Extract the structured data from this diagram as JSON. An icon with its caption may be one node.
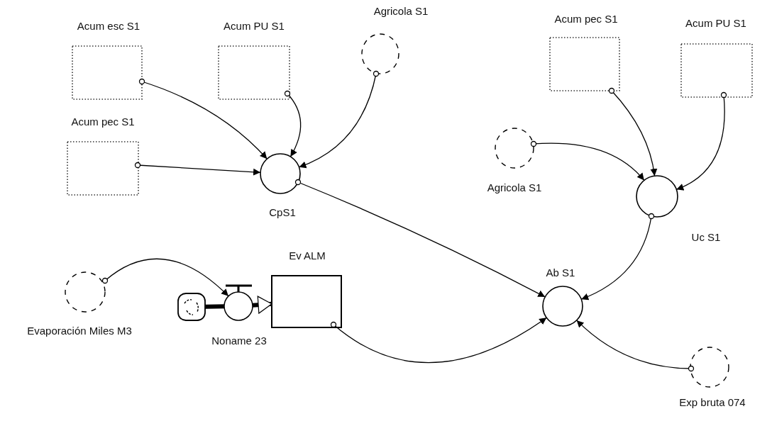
{
  "diagram": {
    "nodes": [
      {
        "text": [
          "Acum esc S1"
        ]
      },
      {
        "text": [
          "Acum PU S1"
        ]
      },
      {
        "text": [
          "Agricola S1"
        ]
      },
      {
        "text": [
          "Acum pec S1"
        ]
      },
      {
        "text": [
          "Acum PU S1"
        ]
      },
      {
        "text": [
          "Acum pec S1"
        ]
      },
      {
        "text": [
          "CpS1"
        ]
      },
      {
        "text": [
          "Agricola S1"
        ]
      },
      {
        "text": [
          "Uc S1"
        ]
      },
      {
        "text": [
          "Ev ALM"
        ]
      },
      {
        "text": [
          "Evaporación Miles M3"
        ]
      },
      {
        "text": [],
        "shape": "cloud"
      },
      {
        "text": [
          "Noname 23"
        ]
      },
      {
        "text": [
          "Ab S1"
        ]
      },
      {
        "text": [
          "Exp bruta 074"
        ]
      }
    ],
    "edges": [
      {
        "from": 0,
        "to": 6,
        "arrow": "to"
      },
      {
        "from": 1,
        "to": 6,
        "arrow": "to"
      },
      {
        "from": 2,
        "to": 6,
        "arrow": "to"
      },
      {
        "from": 5,
        "to": 6,
        "arrow": "to"
      },
      {
        "from": 3,
        "to": 8,
        "arrow": "to"
      },
      {
        "from": 4,
        "to": 8,
        "arrow": "to"
      },
      {
        "from": 7,
        "to": 8,
        "arrow": "to"
      },
      {
        "from": 6,
        "to": 13,
        "arrow": "to"
      },
      {
        "from": 8,
        "to": 13,
        "arrow": "to"
      },
      {
        "from": 9,
        "to": 13,
        "arrow": "to"
      },
      {
        "from": 14,
        "to": 13,
        "arrow": "to"
      },
      {
        "from": 10,
        "to": 12,
        "arrow": "to"
      },
      {
        "from": 11,
        "to": 12,
        "arrow": "none",
        "style": "thick"
      },
      {
        "from": 12,
        "to": 9,
        "arrow": "to",
        "style": "thick"
      }
    ]
  }
}
